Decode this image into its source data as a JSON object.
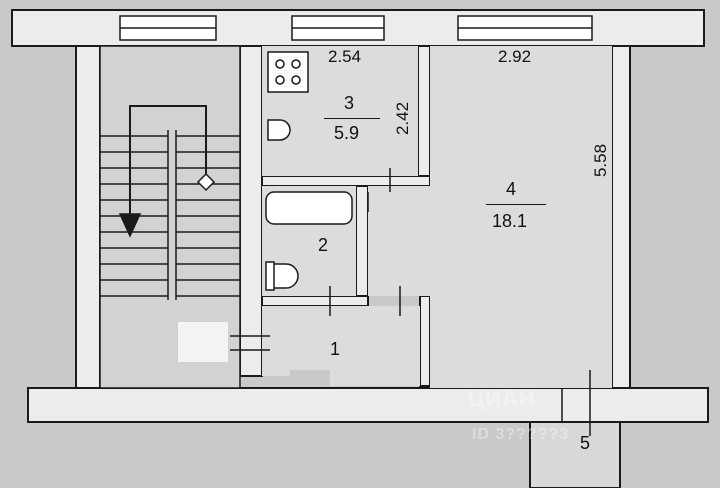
{
  "plan": {
    "rooms": [
      {
        "id": "1",
        "label": "1",
        "area": ""
      },
      {
        "id": "2",
        "label": "2",
        "area": ""
      },
      {
        "id": "3",
        "label": "3",
        "area": "5.9"
      },
      {
        "id": "4",
        "label": "4",
        "area": "18.1"
      },
      {
        "id": "5",
        "label": "5",
        "area": ""
      }
    ],
    "dimensions": {
      "kitchen_width": "2.54",
      "kitchen_depth": "2.42",
      "room_width": "2.92",
      "room_depth": "5.58"
    },
    "watermark": {
      "brand": "ЦИАН",
      "id_text": "ID 3?????3"
    },
    "colors": {
      "background": "#c9c9c9",
      "wall": "#ececec",
      "line": "#1a1a1a"
    }
  }
}
